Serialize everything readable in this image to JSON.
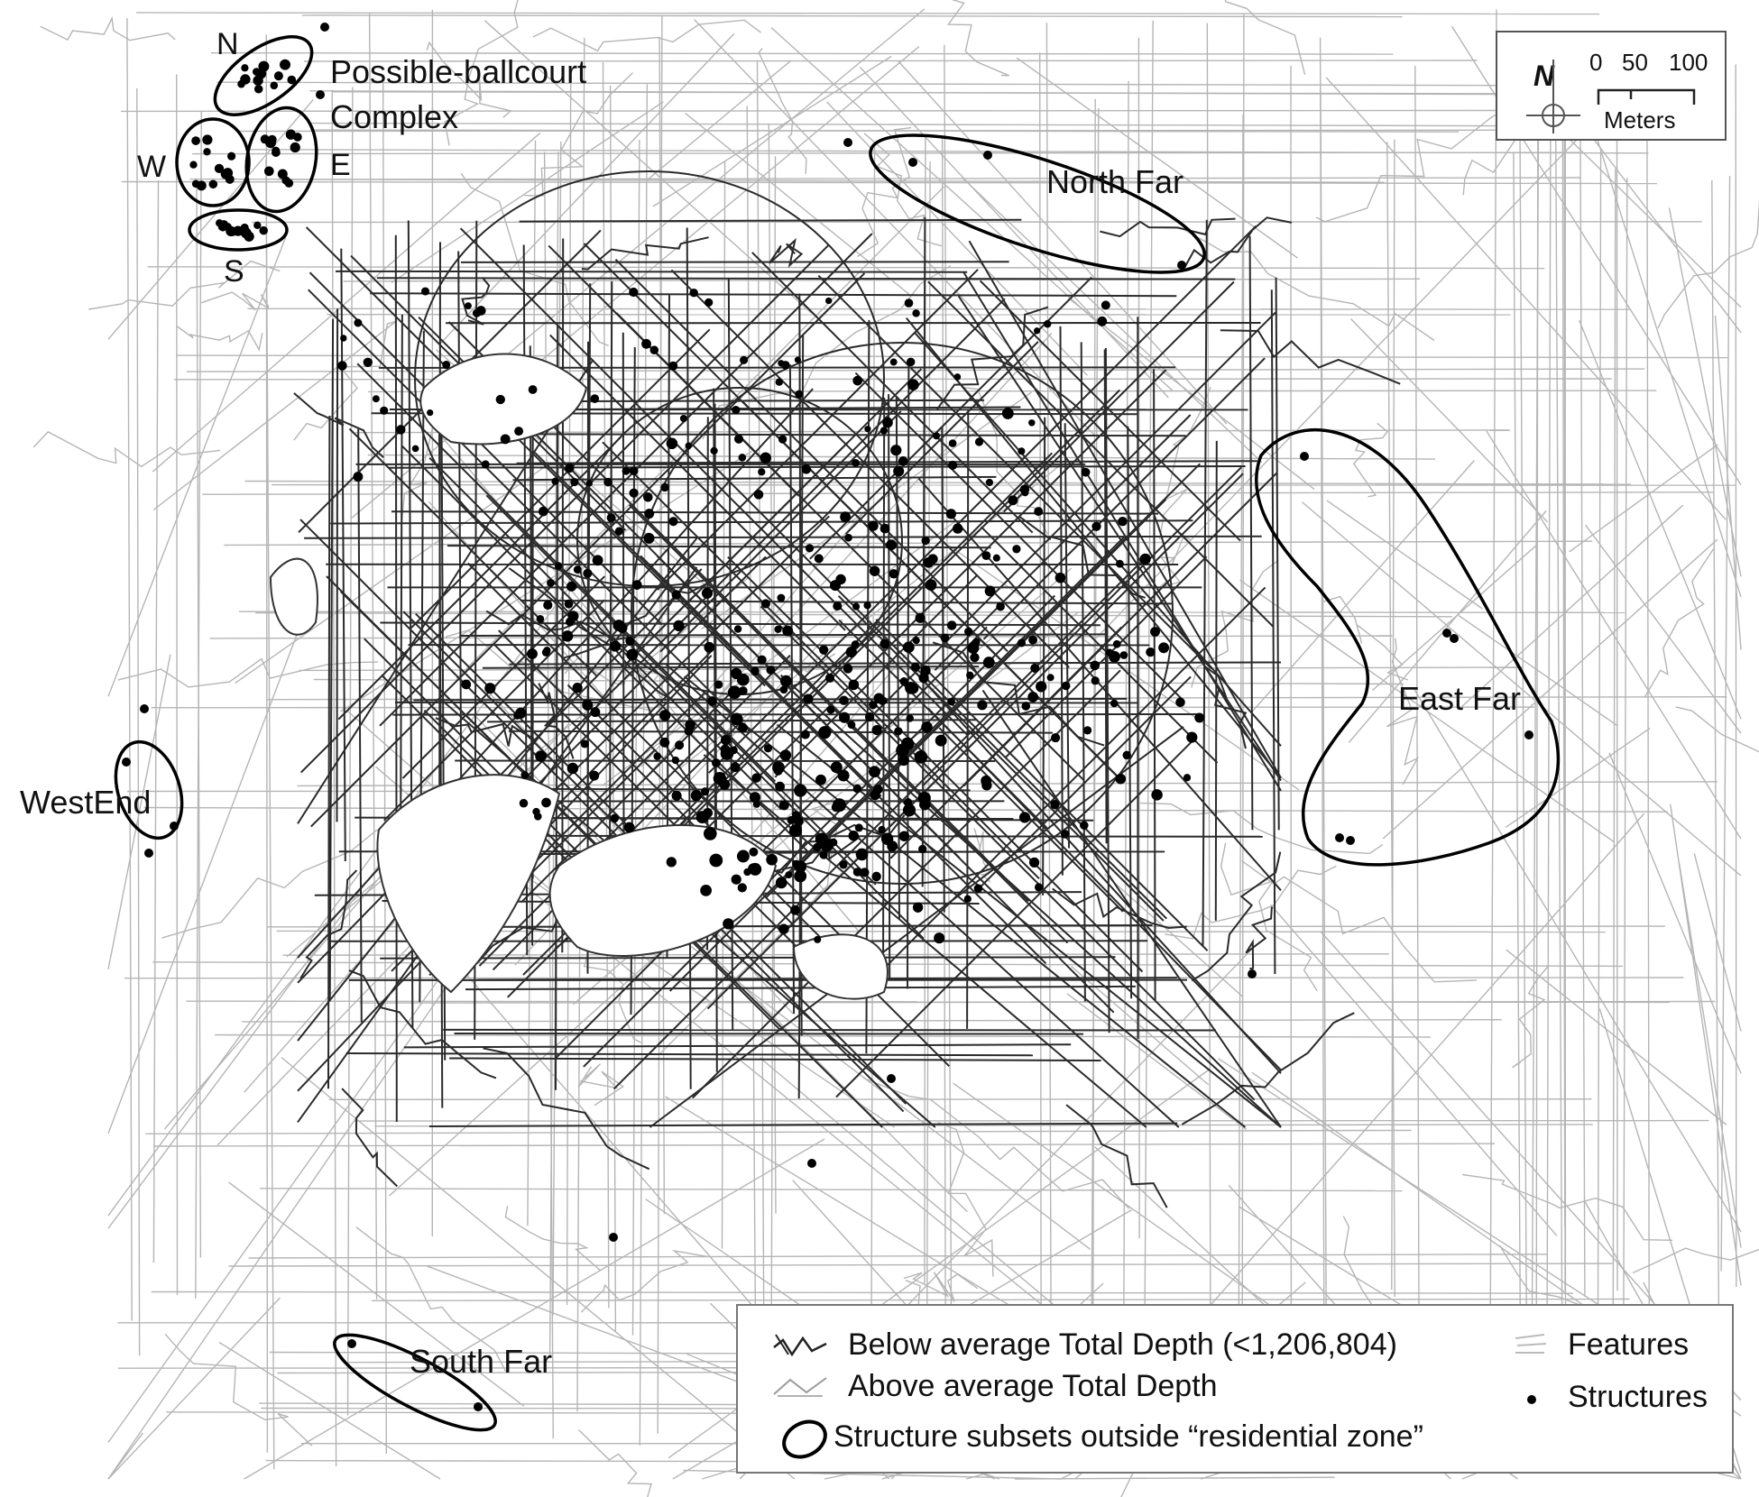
{
  "labels": {
    "ballcourt_line1": "Possible-ballcourt",
    "ballcourt_line2": "Complex",
    "n": "N",
    "w": "W",
    "e": "E",
    "s": "S",
    "north_far": "North Far",
    "east_far": "East Far",
    "west_end": "WestEnd",
    "south_far": "South Far"
  },
  "scale": {
    "north_symbol": "N",
    "tick_0": "0",
    "tick_50": "50",
    "tick_100": "100",
    "unit": "Meters"
  },
  "legend": {
    "below_avg": "Below average Total Depth (<1,206,804)",
    "above_avg": "Above average Total Depth",
    "subsets": "Structure subsets outside “residential zone”",
    "features": "Features",
    "structures": "Structures"
  },
  "colors": {
    "below_avg_paths": "#2a2a2a",
    "above_avg_paths": "#b5b5b5",
    "structures": "#000000"
  }
}
